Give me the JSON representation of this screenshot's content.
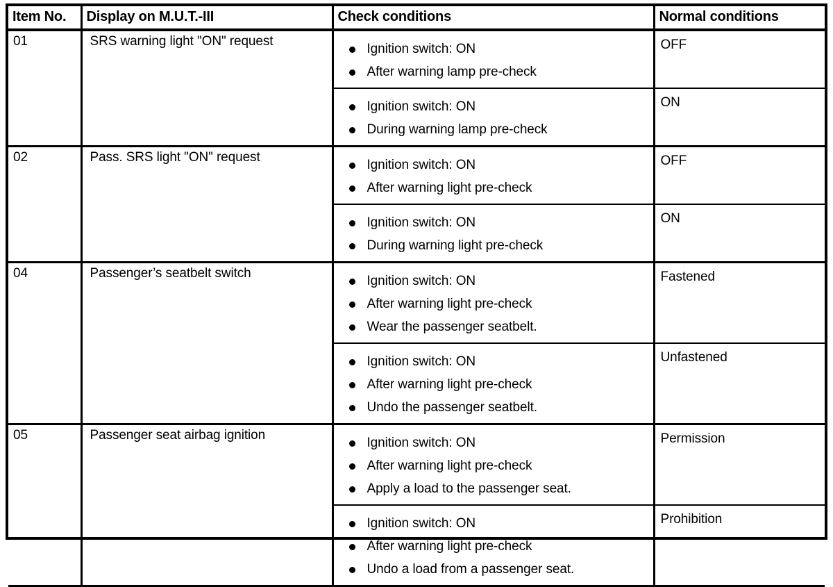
{
  "table": {
    "headers": [
      "Item No.",
      "Display on M.U.T.-III",
      "Check conditions",
      "Normal conditions"
    ],
    "rows": [
      {
        "item_no": "01",
        "display": "SRS warning light \"ON\" request",
        "sub_rows": [
          {
            "conditions": [
              "Ignition switch: ON",
              "After warning lamp pre-check"
            ],
            "normal": "OFF"
          },
          {
            "conditions": [
              "Ignition switch: ON",
              "During warning lamp pre-check"
            ],
            "normal": "ON"
          }
        ]
      },
      {
        "item_no": "02",
        "display": "Pass. SRS light \"ON\" request",
        "sub_rows": [
          {
            "conditions": [
              "Ignition switch: ON",
              "After warning light pre-check"
            ],
            "normal": "OFF"
          },
          {
            "conditions": [
              "Ignition switch: ON",
              "During warning light pre-check"
            ],
            "normal": "ON"
          }
        ]
      },
      {
        "item_no": "04",
        "display": "Passenger’s seatbelt switch",
        "sub_rows": [
          {
            "conditions": [
              "Ignition switch: ON",
              "After warning light pre-check",
              "Wear the passenger seatbelt."
            ],
            "normal": "Fastened"
          },
          {
            "conditions": [
              "Ignition switch: ON",
              "After warning light pre-check",
              "Undo the passenger seatbelt."
            ],
            "normal": "Unfastened"
          }
        ]
      },
      {
        "item_no": "05",
        "display": "Passenger seat airbag ignition",
        "sub_rows": [
          {
            "conditions": [
              "Ignition switch: ON",
              "After warning light pre-check",
              "Apply a load to the passenger seat."
            ],
            "normal": "Permission"
          },
          {
            "conditions": [
              "Ignition switch: ON",
              "After warning light pre-check",
              "Undo a load from a passenger seat."
            ],
            "normal": "Prohibition"
          }
        ]
      }
    ]
  },
  "style": {
    "text_color": "#000000",
    "background": "#ffffff",
    "border_color": "#000000"
  }
}
